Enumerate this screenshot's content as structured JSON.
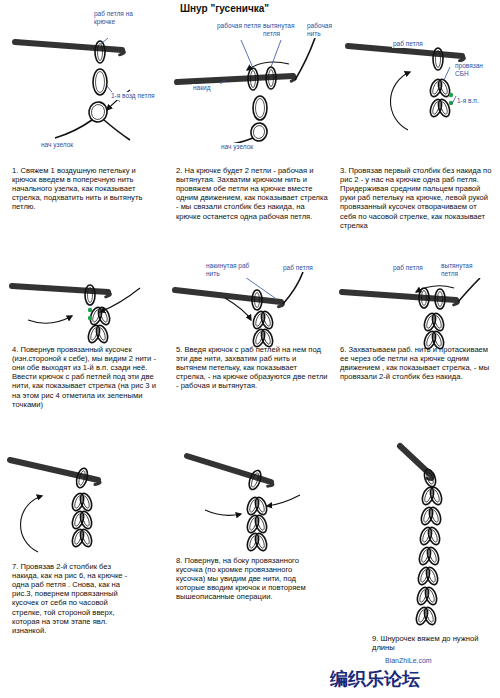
{
  "diagram": {
    "title": "Шнур \"гусеничка\"",
    "labels": [
      "раб петля на крючке",
      "1-я возд петля",
      "нач узелок",
      "1. Свяжем 1 воздушную петельку и крючок введем в поперечную нить начального узелка, как показывает стрелка, подхватить нить и вытянуть петлю.",
      "рабочая петля",
      "вытянутая петля",
      "рабочая нить",
      "накид",
      "нач узелок",
      "2. На крючке будет 2 петли - рабочая и вытянутая. Захватим крючком нить и провяжем обе петли на крючке вместе одним движением, как показывает стрелка - мы связали столбик без накида, на крючке останется одна рабочая петля.",
      "раб петля",
      "провязан СБН",
      "1-я в.п.",
      "3. Провязав первый столбик без накида по рис 2 - у нас на крючке одна раб петля. Придерживая средним пальцем правой руки раб петельку на крючке, левой рукой провязанный кусочек отворачиваем от себя по часовой стрелке, как показывает стрелка",
      "4. Повернув провязанный кусочек (изн.стороной к себе), мы видим 2 нити - они обе выходят из 1-й в.п. сзади неё. Ввести крючок с раб петлей под эти две нити, как показывает стрелка (на рис 3 и на этом рис 4 отметила их зелеными точками)",
      "накинутая раб нить",
      "раб петля",
      "5. Введя крючок с раб петлей на нем под эти две нити, захватим раб нить и вытянем петельку, как показывает стрелка, - на крючке образуются две петли - рабочая и вытянутая.",
      "раб петля",
      "вытянутая петля",
      "6. Захватываем раб. нить и протаскиваем ее через обе петли на крючке одним движением , как показывает стрелка, - мы провязали 2-й столбик без накида.",
      "7. Провязав 2-й столбик без накида, как на рис 6, на крючке - одна раб петля . Снова, как на рис.3, повернем провязанный кусочек от себя по часовой стрелке, той стороной вверх, которая на этом этапе явл. изнанкой.",
      "8. Повернув, на боку провязанного кусочка (по кромке провязанного кусочка) мы увидим две нити, под которые вводим крючок и повторяем вышеописанные операции.",
      "9. Шнурочек вяжем до нужной длины",
      "BianZhiLe.com",
      "编织乐论坛"
    ]
  }
}
